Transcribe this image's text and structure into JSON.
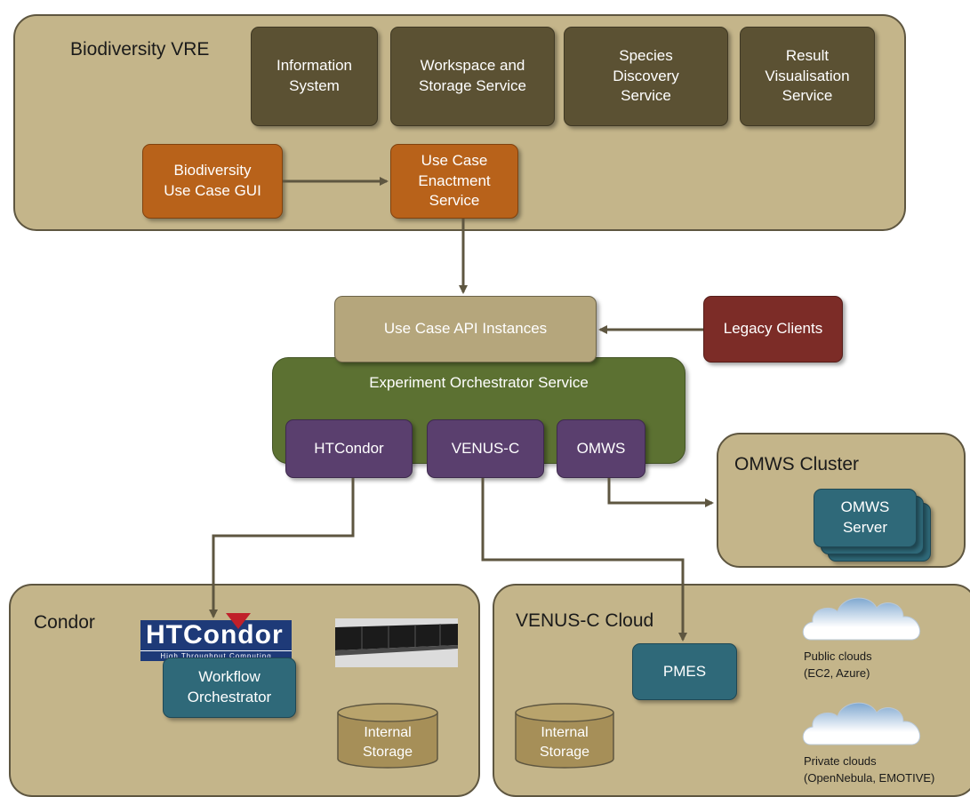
{
  "vre": {
    "title": "Biodiversity VRE",
    "information_system": "Information\nSystem",
    "workspace_storage": "Workspace and\nStorage Service",
    "species_discovery": "Species\nDiscovery\nService",
    "result_visualisation": "Result\nVisualisation\nService",
    "use_case_gui": "Biodiversity\nUse Case GUI",
    "use_case_enactment": "Use Case\nEnactment\nService"
  },
  "api": {
    "use_case_api": "Use Case API Instances",
    "legacy_clients": "Legacy Clients"
  },
  "orchestrator": {
    "title": "Experiment Orchestrator Service",
    "htcondor": "HTCondor",
    "venus_c": "VENUS-C",
    "omws": "OMWS"
  },
  "omws_cluster": {
    "title": "OMWS Cluster",
    "server": "OMWS\nServer"
  },
  "condor": {
    "title": "Condor",
    "logo_text": "HTCondor",
    "logo_tagline": "High Throughput Computing",
    "workflow_orchestrator": "Workflow\nOrchestrator",
    "internal_storage": "Internal\nStorage"
  },
  "venus_cloud": {
    "title": "VENUS-C Cloud",
    "pmes": "PMES",
    "internal_storage": "Internal\nStorage",
    "public_clouds": "Public clouds\n(EC2, Azure)",
    "private_clouds": "Private clouds\n(OpenNebula, EMOTIVE)"
  },
  "colors": {
    "panel": "#c4b58a",
    "dark_service": "#5b5133",
    "orange": "#b8621a",
    "green": "#5c7132",
    "purple": "#5a3f6e",
    "teal": "#2f6979",
    "maroon": "#7c2c27",
    "arrow": "#5e5640"
  }
}
